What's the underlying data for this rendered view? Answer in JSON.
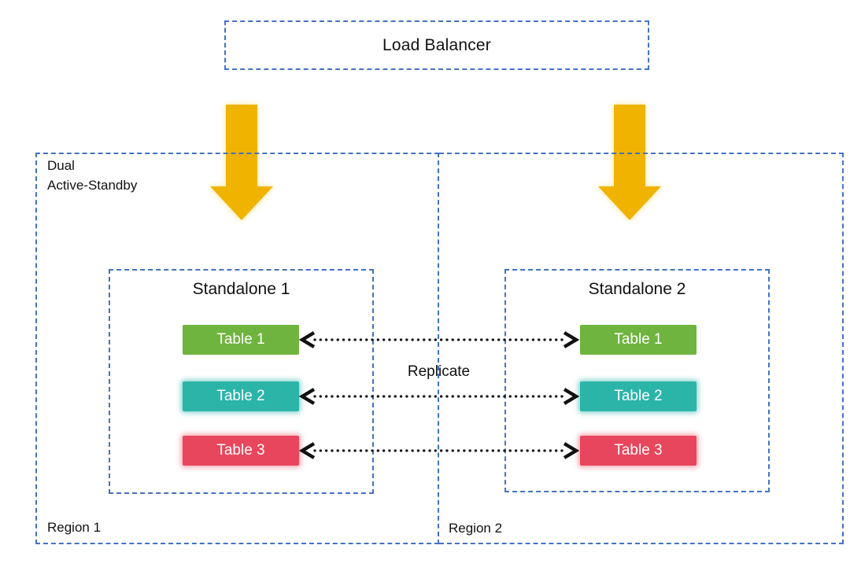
{
  "colors": {
    "dash_blue": "#4472C4",
    "arrow_orange": "#F0B300",
    "table_green": "#6FB43F",
    "table_teal": "#2BB5A9",
    "table_red": "#E8465C"
  },
  "load_balancer": {
    "label": "Load Balancer"
  },
  "deployment_note": {
    "line1": "Dual",
    "line2": "Active-Standby"
  },
  "region1": {
    "label": "Region 1",
    "standalone": {
      "title": "Standalone 1",
      "tables": [
        "Table 1",
        "Table 2",
        "Table 3"
      ]
    }
  },
  "region2": {
    "label": "Region 2",
    "standalone": {
      "title": "Standalone 2",
      "tables": [
        "Table 1",
        "Table 2",
        "Table 3"
      ]
    }
  },
  "replication": {
    "label": "Replicate"
  }
}
